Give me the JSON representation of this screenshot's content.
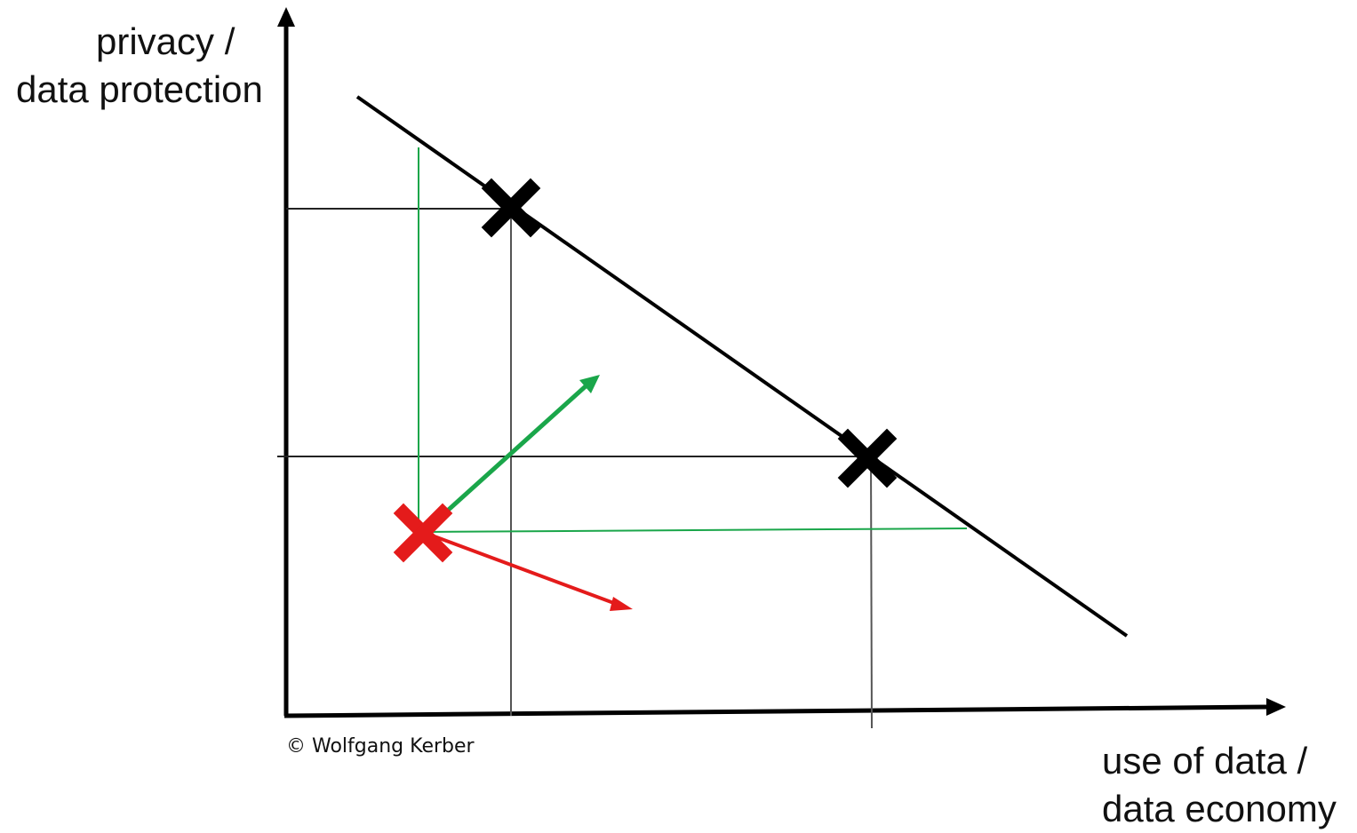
{
  "labels": {
    "y_axis_line1": "privacy /",
    "y_axis_line2": "data protection",
    "x_axis_line1": "use of data /",
    "x_axis_line2": "data economy",
    "copyright": "© Wolfgang Kerber"
  },
  "colors": {
    "axis": "#000000",
    "frontier": "#000000",
    "guide": "#222222",
    "green": "#1aa64a",
    "red": "#e41b1b"
  }
}
